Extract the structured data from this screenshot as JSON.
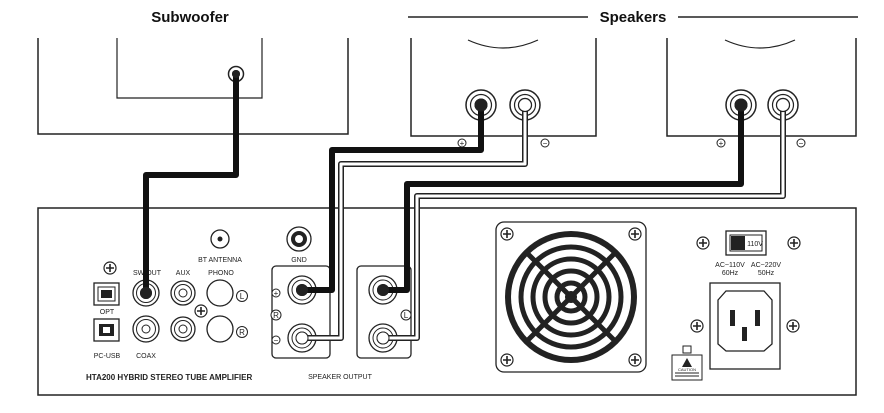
{
  "headings": {
    "subwoofer": "Subwoofer",
    "speakers": "Speakers"
  },
  "polarity": {
    "plus": "+",
    "minus": "−"
  },
  "amplifier": {
    "model_line": "HTA200  HYBRID STEREO TUBE AMPLIFIER",
    "speaker_output": "SPEAKER OUTPUT",
    "bt_antenna": "BT ANTENNA",
    "gnd": "GND",
    "sw_out": "SW OUT",
    "aux": "AUX",
    "phono": "PHONO",
    "opt": "OPT",
    "pc_usb": "PC-USB",
    "coax": "COAX",
    "channel_l": "L",
    "channel_r": "R",
    "ac_110v": "AC~110V",
    "hz_60": "60Hz",
    "ac_220v": "AC~220V",
    "hz_50": "50Hz",
    "voltage_switch": "110V",
    "caution": "CAUTION"
  },
  "colors": {
    "line": "#222222",
    "cable_dark": "#111111",
    "cable_light": "#ffffff"
  }
}
